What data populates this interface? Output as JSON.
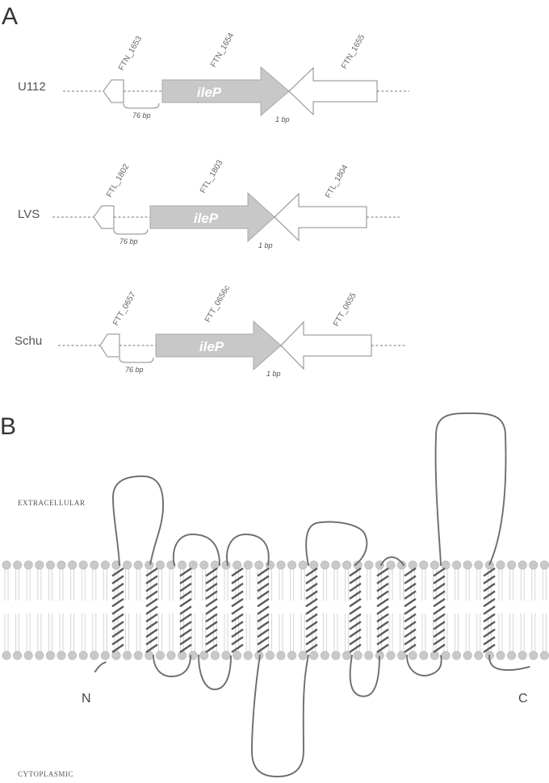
{
  "panel_a": {
    "letter": "A",
    "rows": [
      {
        "strain": "U112",
        "left_gene": "FTN_1653",
        "center_gene": "FTN_1654",
        "right_gene": "FTN_1655",
        "gene_label": "ileP",
        "gap_left": "76 bp",
        "gap_right": "1 bp"
      },
      {
        "strain": "LVS",
        "left_gene": "FTL_1802",
        "center_gene": "FTL_1803",
        "right_gene": "FTL_1804",
        "gene_label": "ileP",
        "gap_left": "76 bp",
        "gap_right": "1 bp"
      },
      {
        "strain": "Schu",
        "left_gene": "FTT_0657",
        "center_gene": "FTT_0656c",
        "right_gene": "FTT_0655",
        "gene_label": "ileP",
        "gap_left": "76 bp",
        "gap_right": "1 bp"
      }
    ]
  },
  "panel_b": {
    "letter": "B",
    "extracellular_label": "EXTRACELLULAR",
    "cytoplasmic_label": "CYTOPLASMIC",
    "n_term": "N",
    "c_term": "C"
  },
  "colors": {
    "gene_arrow": "#c8c8c8",
    "neighbor_arrow": "#ffffff",
    "lipid_head": "#c9c9c9",
    "backbone": "#6c6c6c"
  }
}
